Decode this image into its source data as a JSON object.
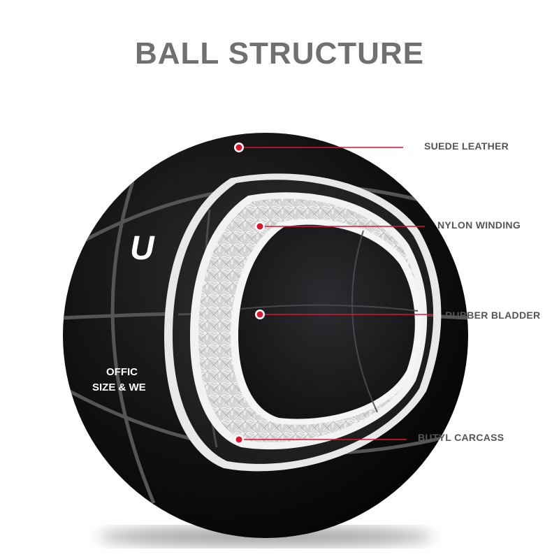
{
  "title": "BALL STRUCTURE",
  "ball_print": {
    "logo": "U",
    "line1": "OFFIC",
    "line2": "SIZE & WE"
  },
  "layers": [
    {
      "label": "SUEDE LEATHER"
    },
    {
      "label": "NYLON WINDING"
    },
    {
      "label": "RUBBER BLADDER"
    },
    {
      "label": "BUTYL CARCASS"
    }
  ],
  "colors": {
    "ball": "#0d0d0d",
    "marker": "#e0142e",
    "title": "#707070",
    "label": "#555555",
    "seam": "#6a6a6a",
    "winding": "#dcdcdc"
  }
}
